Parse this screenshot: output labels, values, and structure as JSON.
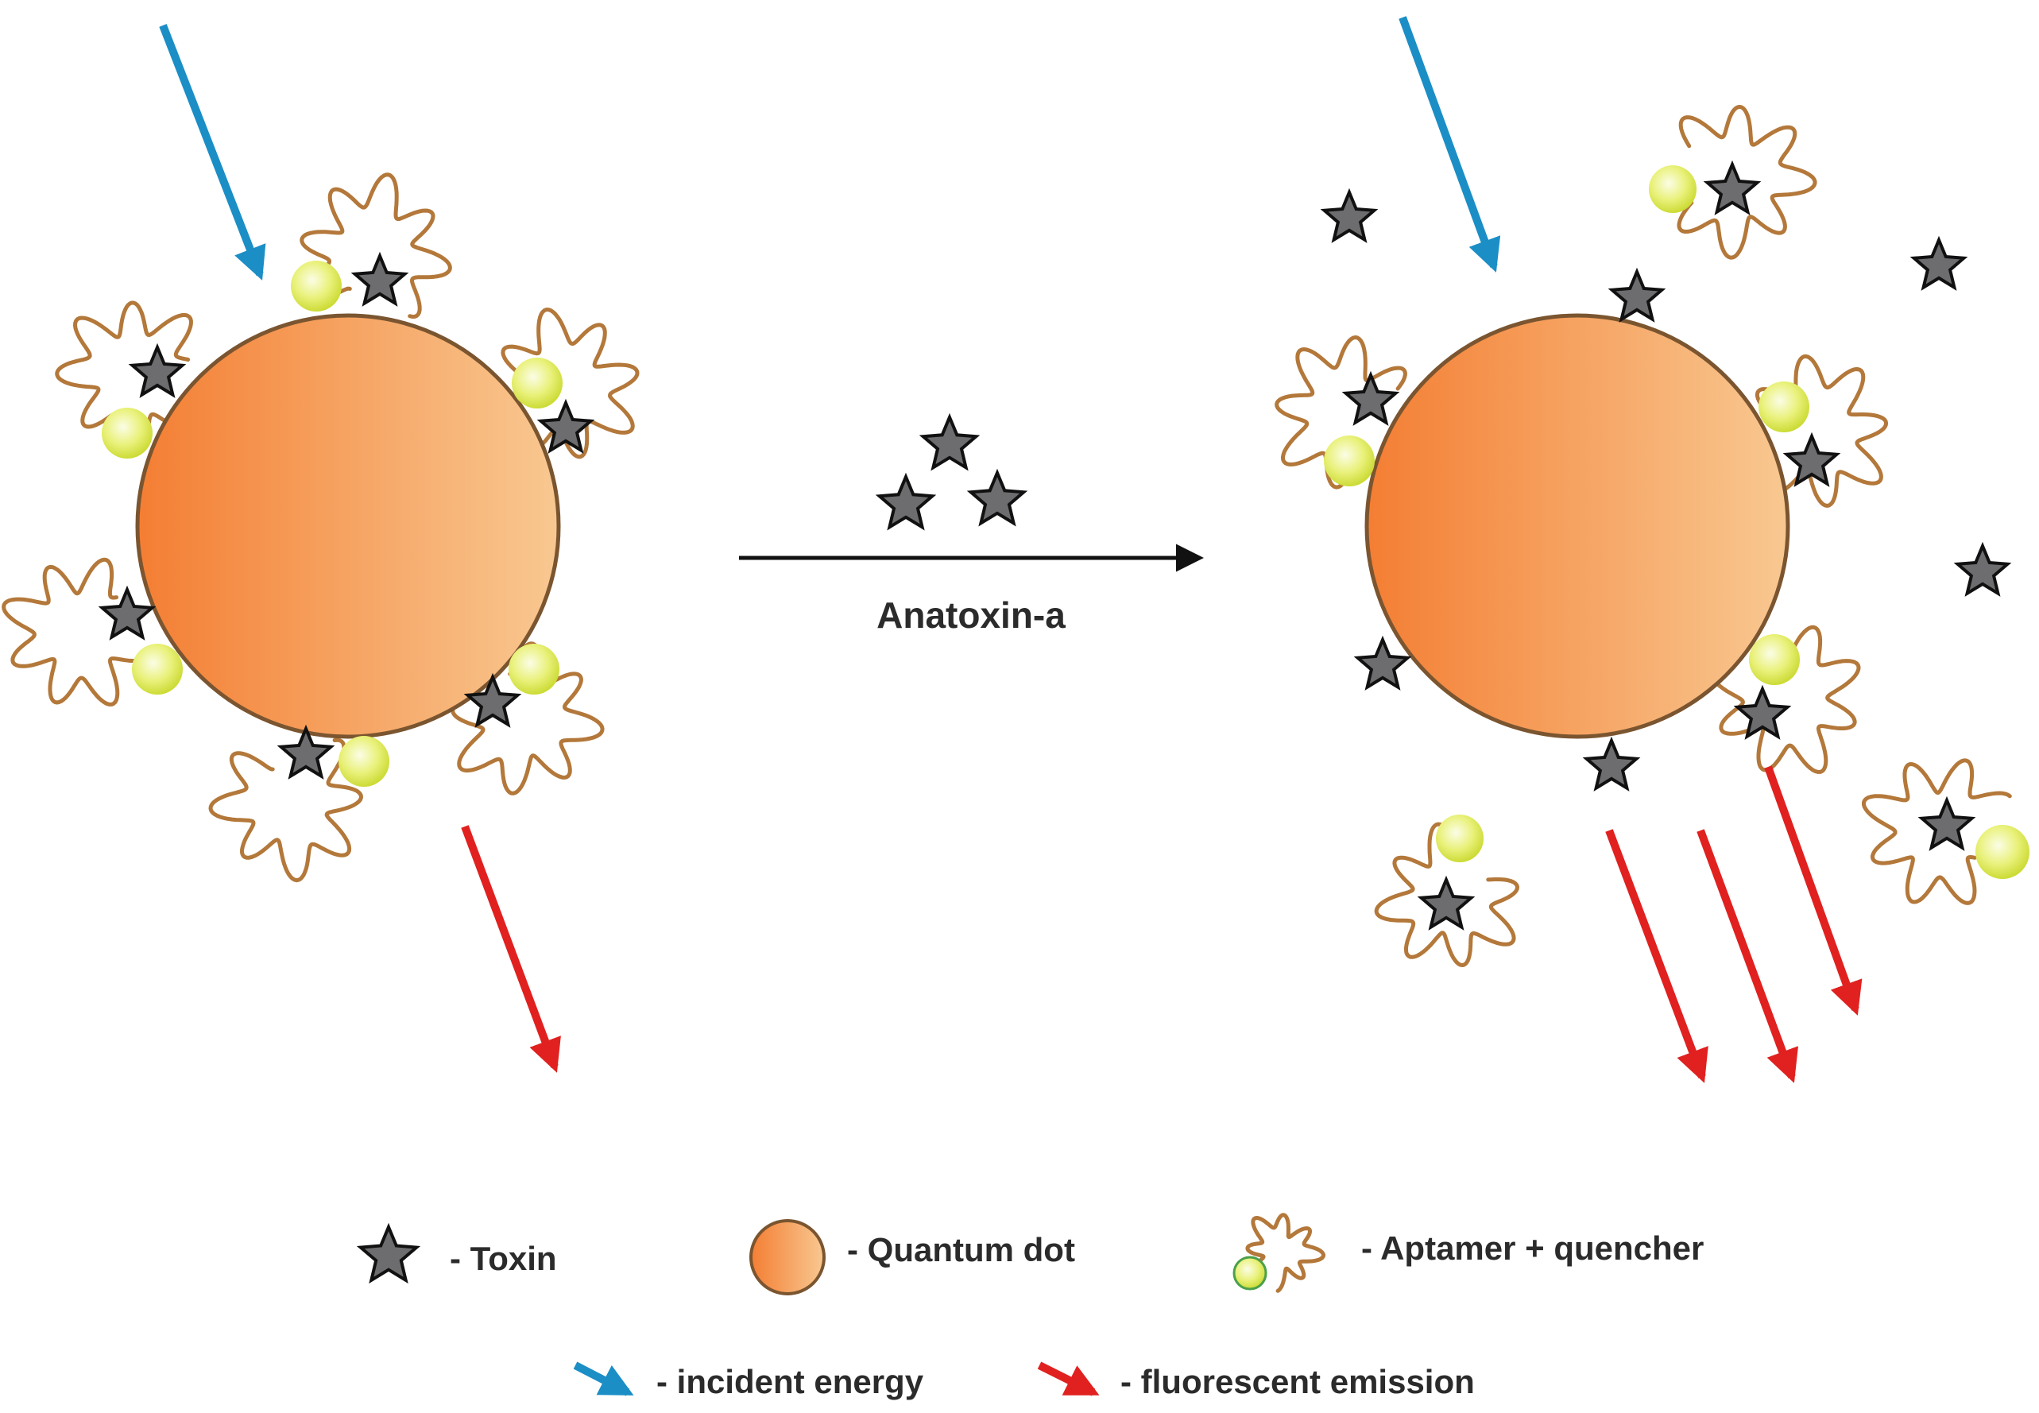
{
  "reaction": {
    "reagent_label": "Anatoxin-a"
  },
  "legend": {
    "toxin": "- Toxin",
    "quantum_dot": "- Quantum dot",
    "aptamer_quencher": "- Aptamer + quencher",
    "incident_energy": "- incident energy",
    "fluorescent_emission": "- fluorescent emission"
  },
  "colors": {
    "incident_arrow": "#1b8ec6",
    "emission_arrow": "#e0211f",
    "reaction_arrow": "#111111",
    "toxin_fill": "#6d6d70",
    "toxin_stroke": "#111111",
    "quantum_dot_light": "#f8c891",
    "quantum_dot_dark": "#f47e33",
    "quantum_dot_stroke": "#7a5530",
    "aptamer": "#b3783a",
    "quencher": "#dbe845"
  },
  "icons": {
    "toxin": "star-icon",
    "quantum_dot": "circle-icon",
    "quencher": "sphere-icon",
    "aptamer": "wavy-strand-icon"
  }
}
